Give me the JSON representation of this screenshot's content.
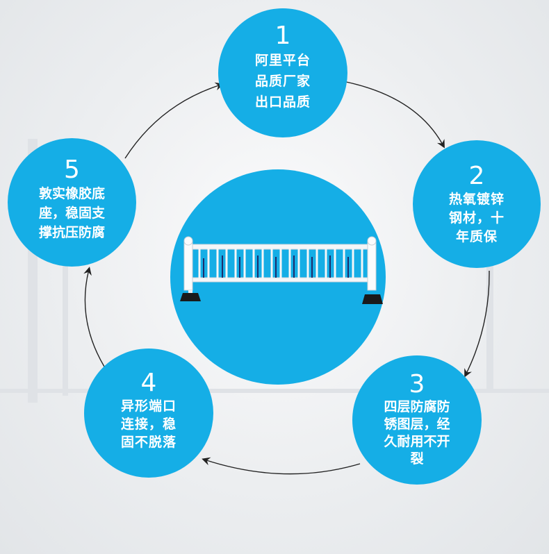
{
  "features": [
    {
      "number": "1",
      "lines": [
        "阿里平台",
        "品质厂家",
        "出口品质"
      ]
    },
    {
      "number": "2",
      "lines": [
        "热氧镀锌",
        "钢材，十",
        "年质保"
      ]
    },
    {
      "number": "3",
      "lines": [
        "四层防腐防",
        "锈图层，经",
        "久耐用不开",
        "裂"
      ]
    },
    {
      "number": "4",
      "lines": [
        "异形端口",
        "连接，稳",
        "固不脱落"
      ]
    },
    {
      "number": "5",
      "lines": [
        "敦实橡胶底",
        "座，稳固支",
        "撑抗压防腐"
      ]
    }
  ],
  "colors": {
    "accent": "#15aee6",
    "text": "#ffffff"
  }
}
